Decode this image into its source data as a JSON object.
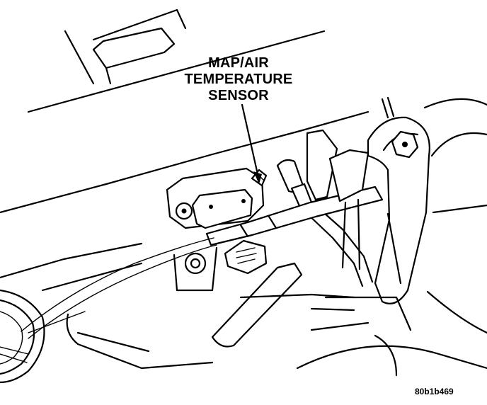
{
  "callout": {
    "line1": "MAP/AIR",
    "line2": "TEMPERATURE",
    "line3": "SENSOR"
  },
  "figure_id": "80b1b469"
}
